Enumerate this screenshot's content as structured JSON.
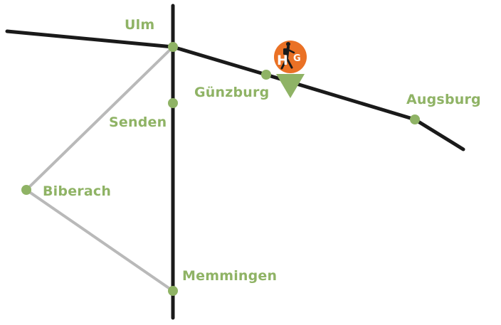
{
  "colors": {
    "background": "#ffffff",
    "main_road": "#1a1a1a",
    "secondary_road": "#b9b9b9",
    "city_dot": "#8fb365",
    "label_text": "#8fb365",
    "marker_circle": "#ea7125",
    "marker_pin": "#8fb365",
    "logo_letters": "#ffffff"
  },
  "cities": [
    {
      "id": "ulm",
      "name": "Ulm"
    },
    {
      "id": "guenzburg",
      "name": "Günzburg"
    },
    {
      "id": "augsburg",
      "name": "Augsburg"
    },
    {
      "id": "senden",
      "name": "Senden"
    },
    {
      "id": "biberach",
      "name": "Biberach"
    },
    {
      "id": "memmingen",
      "name": "Memmingen"
    }
  ],
  "marker": {
    "icon": "hotel-location-pin-icon",
    "logo_letters": [
      "H",
      "G"
    ],
    "logo_figure_icon": "hiker-figure-icon"
  }
}
